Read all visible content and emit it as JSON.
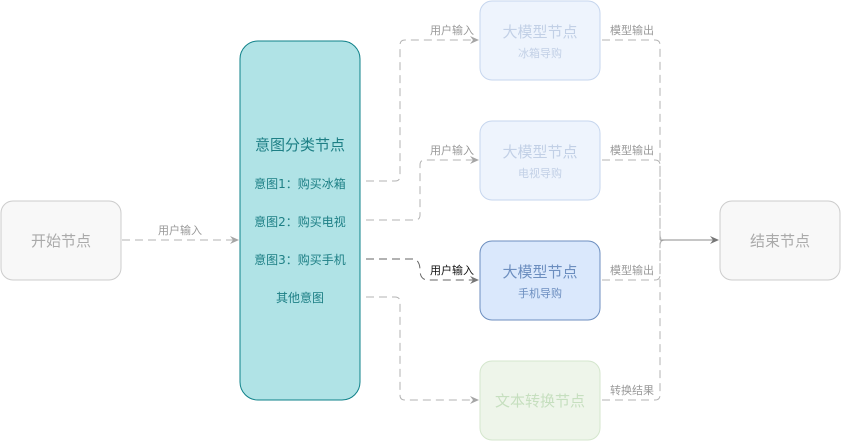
{
  "nodes": {
    "start": {
      "label": "开始节点"
    },
    "classifier": {
      "title": "意图分类节点",
      "items": [
        "意图1：购买冰箱",
        "意图2：购买电视",
        "意图3：购买手机",
        "其他意图"
      ]
    },
    "llm1": {
      "title": "大模型节点",
      "subtitle": "冰箱导购"
    },
    "llm2": {
      "title": "大模型节点",
      "subtitle": "电视导购"
    },
    "llm3": {
      "title": "大模型节点",
      "subtitle": "手机导购"
    },
    "text": {
      "title": "文本转换节点"
    },
    "end": {
      "label": "结束节点"
    }
  },
  "edges": {
    "start_to_classifier": "用户输入",
    "to_llm1": "用户输入",
    "to_llm2": "用户输入",
    "to_llm3": "用户输入",
    "llm1_out": "模型输出",
    "llm2_out": "模型输出",
    "llm3_out": "模型输出",
    "text_out": "转换结果"
  },
  "colors": {
    "classifier_fill": "#b0e3e6",
    "classifier_stroke": "#0e8088",
    "llm_active_fill": "#dae8fc",
    "llm_active_stroke": "#6c8ebf"
  }
}
